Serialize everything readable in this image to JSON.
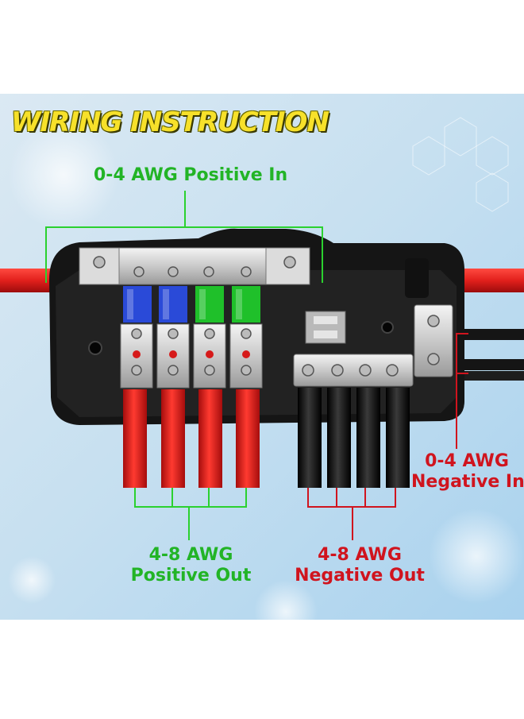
{
  "title": "WIRING INSTRUCTION",
  "labels": {
    "positive_in": "0-4 AWG Positive In",
    "positive_out_line1": "4-8 AWG",
    "positive_out_line2": "Positive Out",
    "negative_in_line1": "0-4 AWG",
    "negative_in_line2": "Negative In",
    "negative_out_line1": "4-8 AWG",
    "negative_out_line2": "Negative Out"
  },
  "colors": {
    "positive_label": "#22b426",
    "negative_label": "#d0141e",
    "title": "#f7e12a",
    "red_cable": "#e0201e",
    "black_cable": "#111111",
    "blue_fuse": "#2a4ad8",
    "green_fuse": "#1fc02a"
  },
  "fuses": [
    "blue",
    "blue",
    "green",
    "green"
  ]
}
